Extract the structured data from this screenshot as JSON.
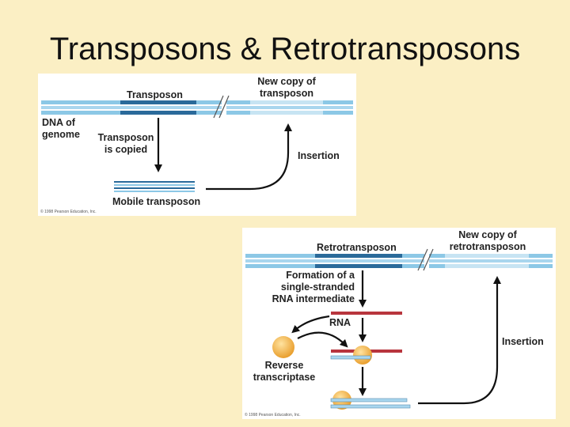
{
  "slide": {
    "title": "Transposons & Retrotransposons"
  },
  "diagram_top": {
    "transposon_label": "Transposon",
    "new_copy_line1": "New copy of",
    "new_copy_line2": "transposon",
    "dna_line1": "DNA of",
    "dna_line2": "genome",
    "copied_line1": "Transposon",
    "copied_line2": "is copied",
    "insertion_label": "Insertion",
    "mobile_label": "Mobile transposon",
    "credit": "© 1998 Pearson Education, Inc."
  },
  "diagram_bottom": {
    "retro_label": "Retrotransposon",
    "new_copy_line1": "New copy of",
    "new_copy_line2": "retrotransposon",
    "formation_line1": "Formation of a",
    "formation_line2": "single-stranded",
    "formation_line3": "RNA intermediate",
    "rna_label": "RNA",
    "reverse_line1": "Reverse",
    "reverse_line2": "transcriptase",
    "insertion_label": "Insertion",
    "credit": "© 1998 Pearson Education, Inc."
  },
  "colors": {
    "background": "#FBEFC4",
    "dna_light": "#8CC8E6",
    "dna_dark": "#2A6A9A",
    "rna_red": "#B8353D",
    "enzyme_orange": "#F0B040"
  }
}
